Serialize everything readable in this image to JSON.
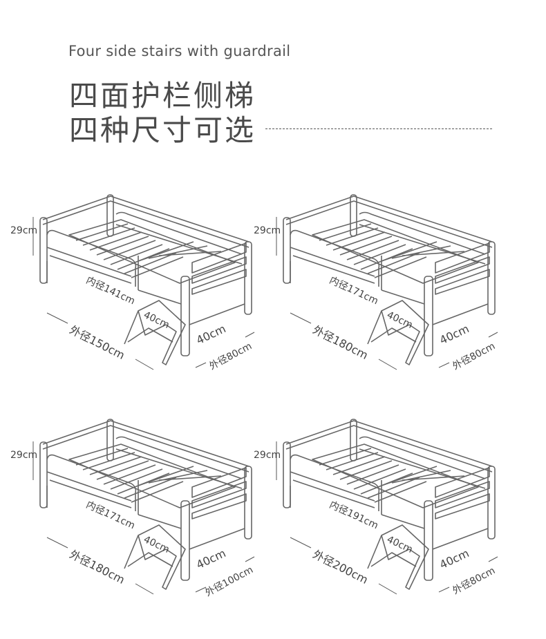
{
  "header": {
    "subtitle": "Four side stairs with guardrail",
    "headline_line1": "四面护栏侧梯",
    "headline_line2": "四种尺寸可选"
  },
  "beds": [
    {
      "height": "29cm",
      "inner": "内径141cm",
      "outer": "外径150cm",
      "stair": "40cm",
      "side": "40cm",
      "width": "外径80cm"
    },
    {
      "height": "29cm",
      "inner": "内径171cm",
      "outer": "外径180cm",
      "stair": "40cm",
      "side": "40cm",
      "width": "外径80cm"
    },
    {
      "height": "29cm",
      "inner": "内径171cm",
      "outer": "外径180cm",
      "stair": "40cm",
      "side": "40cm",
      "width": "外径100cm"
    },
    {
      "height": "29cm",
      "inner": "内径191cm",
      "outer": "外径200cm",
      "stair": "40cm",
      "side": "40cm",
      "width": "外径80cm"
    }
  ]
}
